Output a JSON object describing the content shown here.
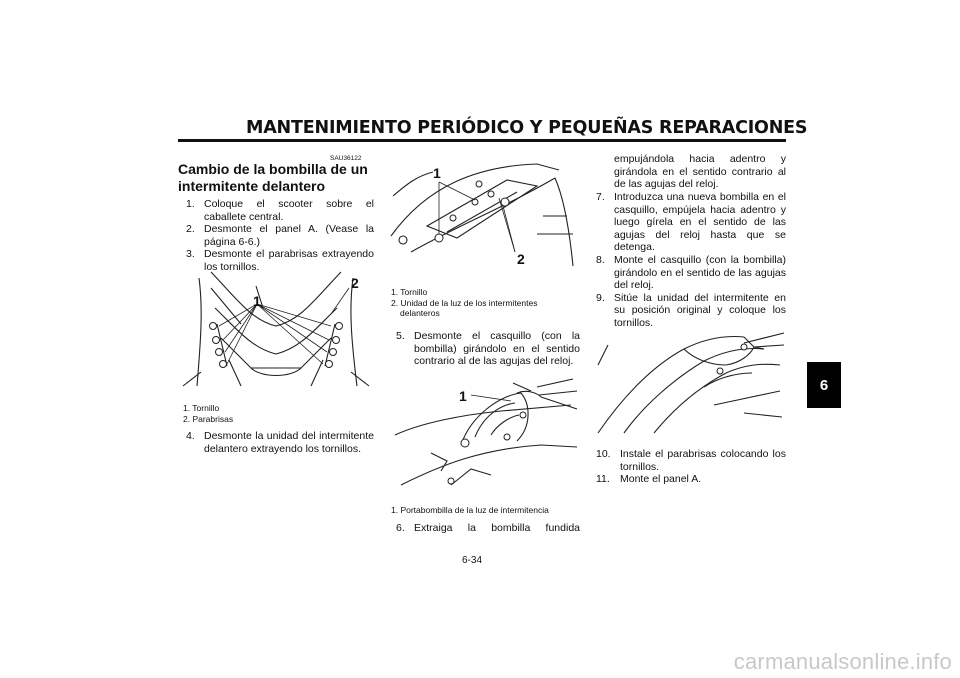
{
  "header": {
    "title": "MANTENIMIENTO PERIÓDICO Y PEQUEÑAS REPARACIONES",
    "chapter_tab": "6"
  },
  "section": {
    "ref_code": "SAU36122",
    "title": "Cambio de la bombilla de un intermitente delantero"
  },
  "steps_col1_a": [
    {
      "num": "1.",
      "text": "Coloque el scooter sobre el caballete central."
    },
    {
      "num": "2.",
      "text": "Desmonte el panel A. (Vease la página 6-6.)"
    },
    {
      "num": "3.",
      "text": "Desmonte el parabrisas extrayendo los tornillos."
    }
  ],
  "figure1": {
    "callouts": [
      "1",
      "2"
    ],
    "captions": [
      "1. Tornillo",
      "2. Parabrisas"
    ]
  },
  "steps_col1_b": [
    {
      "num": "4.",
      "text": "Desmonte la unidad del intermitente delantero extrayendo los tornillos."
    }
  ],
  "figure2": {
    "callouts": [
      "1",
      "2"
    ],
    "captions": [
      "1. Tornillo",
      "2. Unidad de la luz de los intermitentes",
      "delanteros"
    ]
  },
  "steps_col2_a": [
    {
      "num": "5.",
      "text": "Desmonte el casquillo (con la bombilla) girándolo en el sentido contrario al de las agujas del reloj."
    }
  ],
  "figure3": {
    "callouts": [
      "1"
    ],
    "captions": [
      "1. Portabombilla de la luz de intermitencia"
    ]
  },
  "steps_col2_b": [
    {
      "num": "6.",
      "text": "Extraiga la bombilla fundida"
    }
  ],
  "col3_continuation": "empujándola hacia adentro y girándola en el sentido contrario al de las agujas del reloj.",
  "steps_col3_a": [
    {
      "num": "7.",
      "text": "Introduzca una nueva bombilla en el casquillo, empújela hacia adentro y luego gírela en el sentido de las agujas del reloj hasta que se detenga."
    },
    {
      "num": "8.",
      "text": "Monte el casquillo (con la bombilla) girándolo en el sentido de las agujas del reloj."
    },
    {
      "num": "9.",
      "text": "Sitúe la unidad del intermitente en su posición original y coloque los tornillos."
    }
  ],
  "steps_col3_b": [
    {
      "num": "10.",
      "text": "Instale el parabrisas colocando los tornillos."
    },
    {
      "num": "11.",
      "text": "Monte el panel A."
    }
  ],
  "footer": {
    "page_number": "6-34",
    "watermark": "carmanualsonline.info"
  }
}
